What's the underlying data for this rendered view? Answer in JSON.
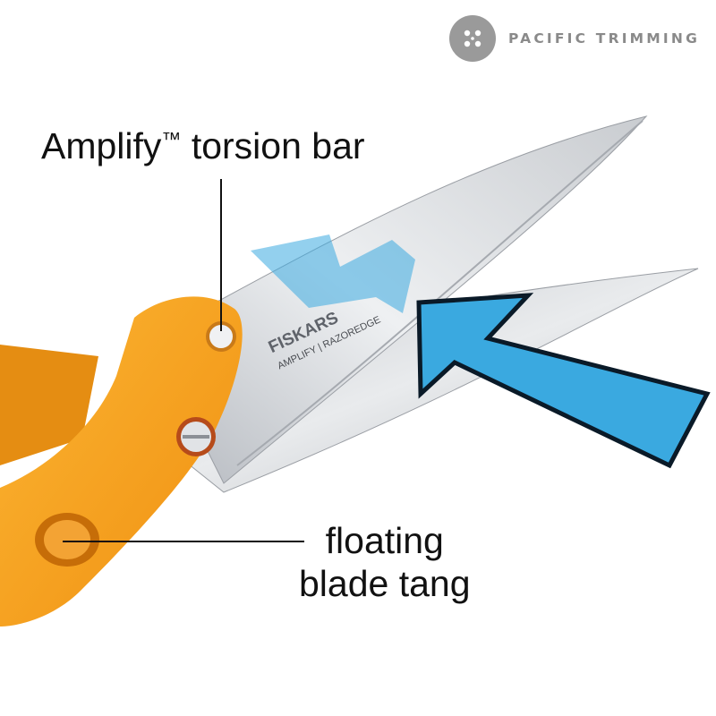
{
  "brand": {
    "name": "PACIFIC TRIMMING",
    "badge_icon": "button-icon"
  },
  "callouts": {
    "torsion_bar": {
      "label": "Amplify",
      "trademark": "™",
      "suffix": " torsion bar"
    },
    "tang": {
      "line1": "floating",
      "line2": "blade tang"
    }
  },
  "blade_marking": {
    "brand": "FISKARS",
    "line2": "AMPLIFY | RAZOREDGE"
  },
  "colors": {
    "handle_orange": "#f7a21b",
    "blade_silver": "#d8dadd",
    "arrow_blue": "#3aa9e0",
    "text": "#111111",
    "logo_gray": "#9a9a9a"
  }
}
